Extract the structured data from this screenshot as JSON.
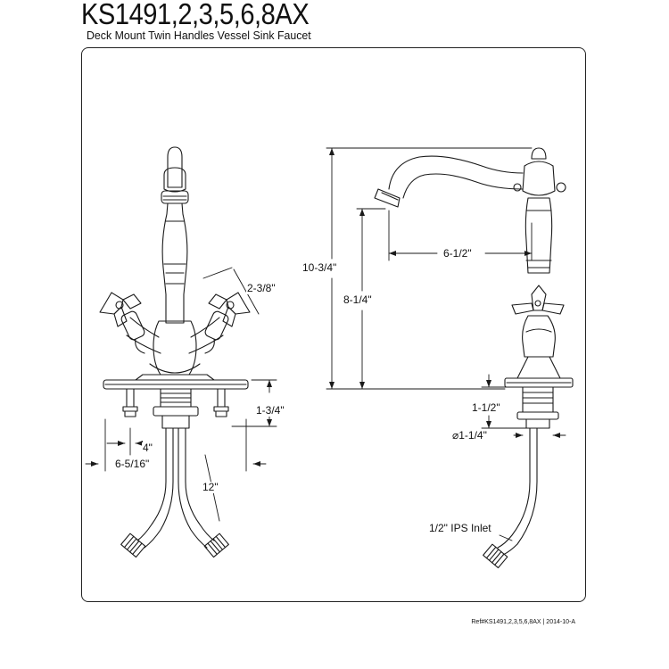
{
  "header": {
    "model": "KS1491,2,3,5,6,8AX",
    "description": "Deck Mount Twin Handles Vessel Sink Faucet"
  },
  "dimensions": {
    "front_handle_spread": "2-3/8\"",
    "front_deck_height": "1-3/4\"",
    "front_center_spacing": "4\"",
    "front_overall_width": "6-5/16\"",
    "front_hose_length": "12\"",
    "side_overall_height": "10-3/4\"",
    "side_spout_height": "8-1/4\"",
    "side_spout_reach": "6-1/2\"",
    "side_shank_height": "1-1/2\"",
    "side_shank_diameter": "⌀1-1/4\"",
    "side_inlet": "1/2\" IPS Inlet"
  },
  "footer": {
    "reference": "Ref#KS1491,2,3,5,6,8AX | 2014-10-A"
  }
}
